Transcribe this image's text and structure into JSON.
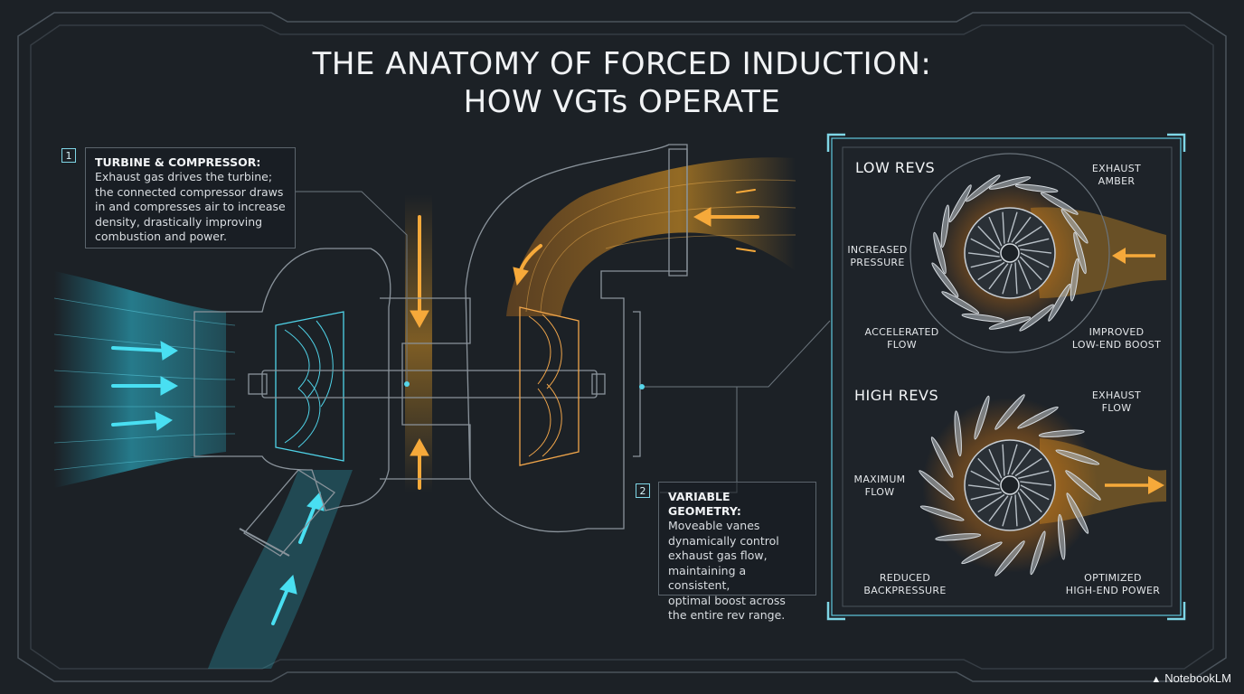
{
  "title": {
    "line1": "THE ANATOMY OF FORCED INDUCTION:",
    "line2": "HOW VGTs OPERATE"
  },
  "callout1": {
    "number": "1",
    "heading": "TURBINE & COMPRESSOR:",
    "lines": [
      "Exhaust gas drives the turbine;",
      "the connected compressor draws",
      "in and compresses air to increase",
      "density, drastically improving",
      "combustion and power."
    ]
  },
  "callout2": {
    "number": "2",
    "heading": "VARIABLE GEOMETRY:",
    "lines": [
      "Moveable vanes",
      "dynamically control",
      "exhaust gas flow,",
      "maintaining a consistent,",
      "optimal boost across",
      "the entire rev range."
    ]
  },
  "low_revs": {
    "heading": "LOW REVS",
    "exhaust": [
      "EXHAUST",
      "AMBER"
    ],
    "pressure": [
      "INCREASED",
      "PRESSURE"
    ],
    "flow": [
      "ACCELERATED",
      "FLOW"
    ],
    "boost": [
      "IMPROVED",
      "LOW-END BOOST"
    ]
  },
  "high_revs": {
    "heading": "HIGH REVS",
    "exhaust": [
      "EXHAUST",
      "FLOW"
    ],
    "max_flow": [
      "MAXIMUM",
      "FLOW"
    ],
    "backpressure": [
      "REDUCED",
      "BACKPRESSURE"
    ],
    "power": [
      "OPTIMIZED",
      "HIGH-END POWER"
    ]
  },
  "brand": "NotebookLM",
  "colors": {
    "background": "#1c2126",
    "intake_cyan": "#35c9e0",
    "exhaust_amber": "#f5a623",
    "line_gray": "#7c858d",
    "panel_border": "#5fc8de"
  }
}
